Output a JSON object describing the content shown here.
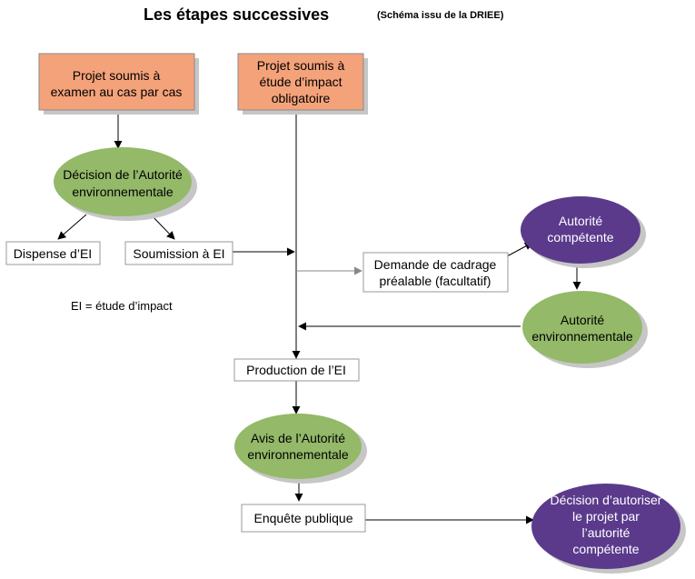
{
  "title": "Les étapes successives",
  "subtitle": "(Schéma issu de la DRIEE)",
  "colors": {
    "orange": "#f4a27a",
    "green": "#93b969",
    "purple": "#5b3a8c",
    "shadow": "#c6c6c6",
    "line": "#000000",
    "faint_line": "#888888"
  },
  "nodes": {
    "projet_cas_par_cas": {
      "lines": [
        "Projet soumis à",
        "examen au cas par cas"
      ]
    },
    "projet_etude_obligatoire": {
      "lines": [
        "Projet soumis à",
        "étude d’impact",
        "obligatoire"
      ]
    },
    "decision_autorite_env": {
      "lines": [
        "Décision de l’Autorité",
        "environnementale"
      ]
    },
    "dispense_ei": {
      "lines": [
        "Dispense d’EI"
      ]
    },
    "soumission_ei": {
      "lines": [
        "Soumission à EI"
      ]
    },
    "autorite_competente": {
      "lines": [
        "Autorité",
        "compétente"
      ]
    },
    "demande_cadrage": {
      "lines": [
        "Demande de cadrage",
        "préalable (facultatif)"
      ]
    },
    "autorite_env": {
      "lines": [
        "Autorité",
        "environnementale"
      ]
    },
    "production_ei": {
      "lines": [
        "Production de l’EI"
      ]
    },
    "avis_autorite_env": {
      "lines": [
        "Avis de l’Autorité",
        "environnementale"
      ]
    },
    "enquete_publique": {
      "lines": [
        "Enquête publique"
      ]
    },
    "decision_autoriser": {
      "lines": [
        "Décision d’autoriser",
        "le projet par",
        "l’autorité",
        "compétente"
      ]
    }
  },
  "legend": "EI = étude d’impact"
}
